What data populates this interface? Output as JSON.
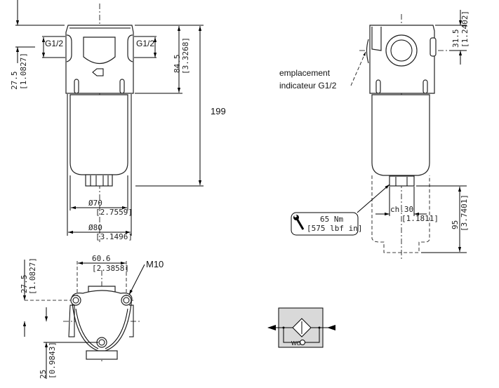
{
  "front_view": {
    "port_left": "G1/2",
    "port_right": "G1/2",
    "height_head": "84.5",
    "height_head_in": "[3.3268]",
    "height_total": "199",
    "offset_port": "27.5",
    "offset_port_in": "[1.0827]",
    "dia_bowl": "Ø70",
    "dia_bowl_in": "[2.7559]",
    "dia_head": "Ø80",
    "dia_head_in": "[3.1496]"
  },
  "side_view": {
    "indicator_line1": "emplacement",
    "indicator_line2": "indicateur G1/2",
    "port_height": "31.5",
    "port_height_in": "[1.2402]",
    "torque": "65 Nm",
    "torque_in": "[575 lbf in]",
    "wrench_size": "ch.30",
    "wrench_size_in": "[1.1811]",
    "clearance": "95",
    "clearance_in": "[3.7401]"
  },
  "bottom_view": {
    "hole_spacing": "60.6",
    "hole_spacing_in": "[2.3858]",
    "thread": "M10",
    "offset_top": "27.5",
    "offset_top_in": "[1.0827]",
    "offset_bottom": "25",
    "offset_bottom_in": "[0.9843]"
  },
  "symbol": {
    "bypass_label": "WO",
    "fill": "#d9d9d9"
  }
}
